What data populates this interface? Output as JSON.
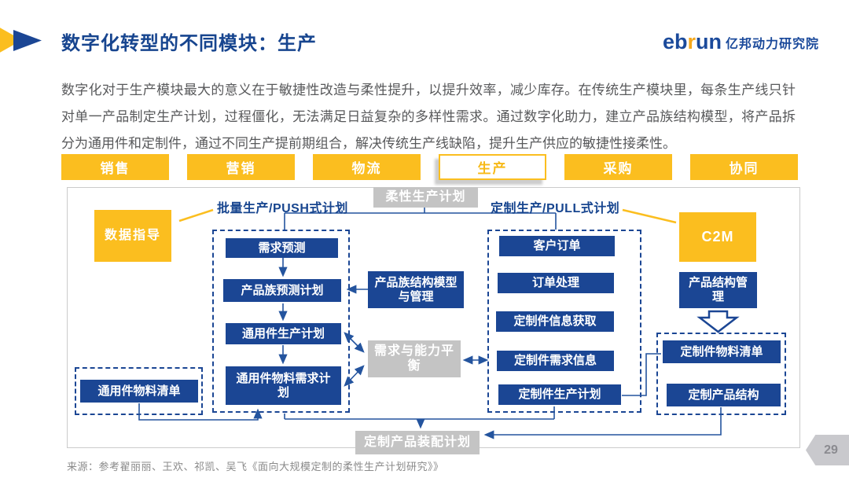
{
  "header": {
    "title": "数字化转型的不同模块：生产",
    "logo": {
      "eb": "eb",
      "r": "r",
      "un": "un",
      "cn": "亿邦动力研究院"
    }
  },
  "intro": "数字化对于生产模块最大的意义在于敏捷性改造与柔性提升，以提升效率，减少库存。在传统生产模块里，每条生产线只针对单一产品制定生产计划，过程僵化，无法满足日益复杂的多样性需求。通过数字化助力，建立产品族结构模型，将产品拆分为通用件和定制件，通过不同生产提前期组合，解决传统生产线缺陷，提升生产供应的敏捷性接柔性。",
  "tabs": [
    {
      "label": "销售",
      "active": false
    },
    {
      "label": "营销",
      "active": false
    },
    {
      "label": "物流",
      "active": false
    },
    {
      "label": "生产",
      "active": true
    },
    {
      "label": "采购",
      "active": false
    },
    {
      "label": "协同",
      "active": false
    }
  ],
  "diagram": {
    "flexible_plan": "柔性生产计划",
    "push_label": "批量生产/PUSH式计划",
    "pull_label": "定制生产/PULL式计划",
    "data_guidance": "数据指导",
    "c2m": "C2M",
    "push_chain": [
      "需求预测",
      "产品族预测计划",
      "通用件生产计划",
      "通用件物料需求计划"
    ],
    "pull_chain": [
      "客户订单",
      "订单处理",
      "定制件信息获取",
      "定制件需求信息",
      "定制件生产计划"
    ],
    "family_model": "产品族结构模型与管理",
    "balance": "需求与能力平衡",
    "product_structure": "产品结构管理",
    "common_bom": "通用件物料清单",
    "custom_bom": "定制件物料清单",
    "custom_product_structure": "定制产品结构",
    "assembly_plan": "定制产品装配计划"
  },
  "footer": {
    "source": "来源：参考翟丽丽、王欢、祁凯、吴飞《面向大规模定制的柔性生产计划研究》》",
    "page": "29"
  },
  "colors": {
    "brand_blue": "#1B4694",
    "brand_yellow": "#FBBE1F",
    "gray_box": "#C4C4C4",
    "wire_blue": "#24549E"
  }
}
